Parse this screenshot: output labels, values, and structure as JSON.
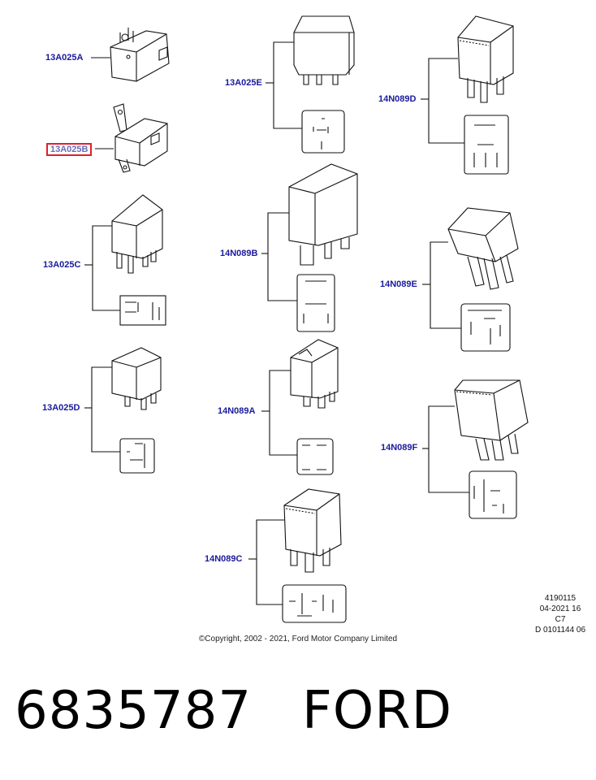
{
  "parts": {
    "a": {
      "label": "13A025A",
      "highlighted": false
    },
    "b": {
      "label": "13A025B",
      "highlighted": true
    },
    "c": {
      "label": "13A025C",
      "highlighted": false
    },
    "d": {
      "label": "13A025D",
      "highlighted": false
    },
    "e": {
      "label": "13A025E",
      "highlighted": false
    },
    "f": {
      "label": "14N089B",
      "highlighted": false
    },
    "g": {
      "label": "14N089A",
      "highlighted": false
    },
    "h": {
      "label": "14N089C",
      "highlighted": false
    },
    "i": {
      "label": "14N089D",
      "highlighted": false
    },
    "j": {
      "label": "14N089E",
      "highlighted": false
    },
    "k": {
      "label": "14N089F",
      "highlighted": false
    }
  },
  "meta": {
    "line1": "4190115",
    "line2": "04-2021 16",
    "line3": "C7",
    "line4": "D 0101144 06"
  },
  "copyright": "©Copyright, 2002 - 2021, Ford Motor Company Limited",
  "footer": {
    "part_number": "6835787",
    "brand": "FORD"
  },
  "colors": {
    "label": "#1a1a9c",
    "highlight_border": "#e0202a",
    "line": "#111111"
  }
}
